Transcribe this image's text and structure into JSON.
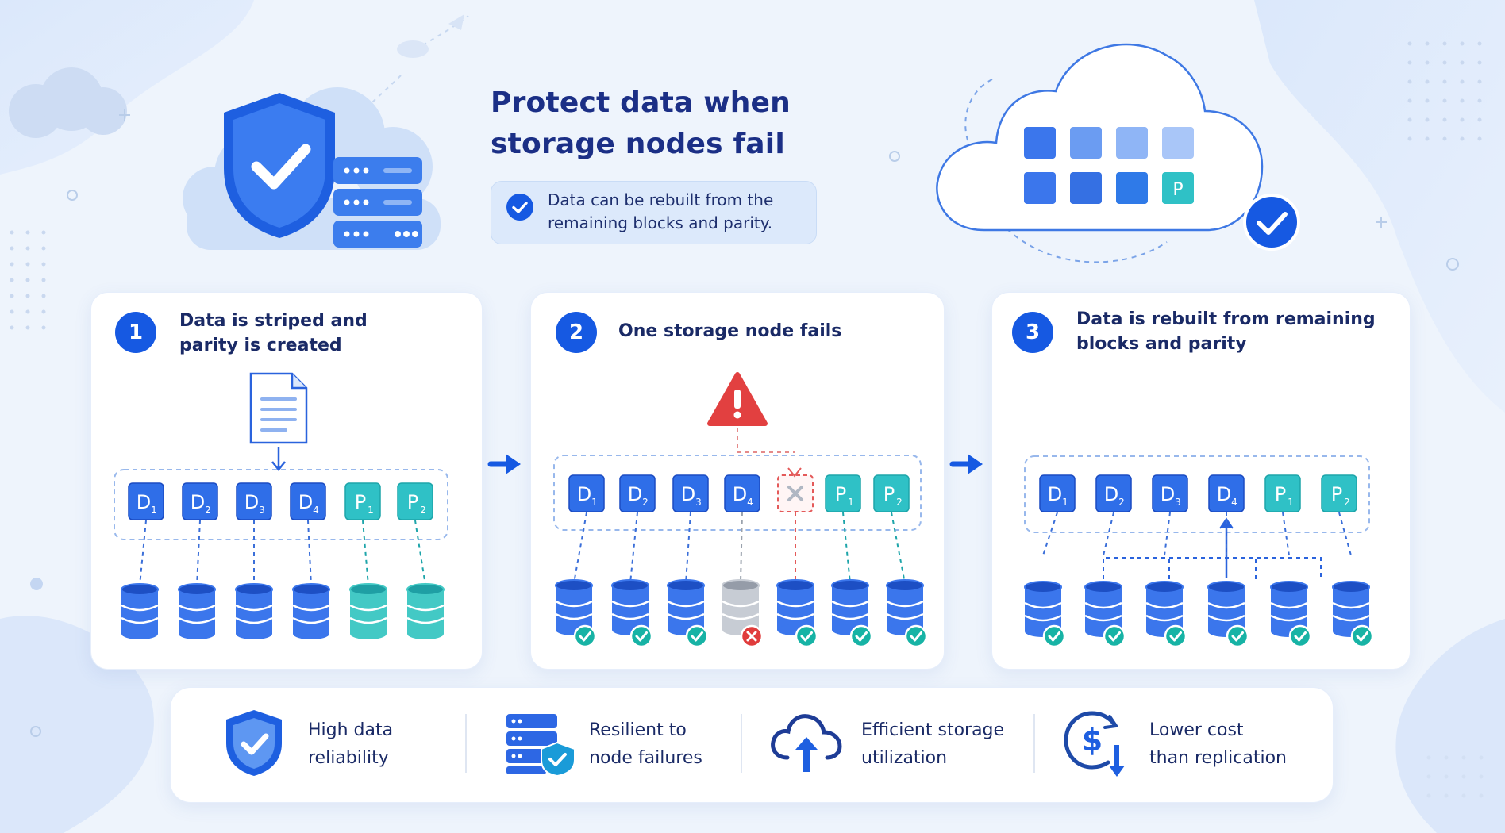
{
  "title": "Protect data when\nstorage nodes fail",
  "callout": "Data can be rebuilt from the\nremaining blocks and parity.",
  "cloud_parity_label": "P",
  "steps": [
    {
      "number": "1",
      "title": "Data is striped and\nparity is created"
    },
    {
      "number": "2",
      "title": "One storage node fails"
    },
    {
      "number": "3",
      "title": "Data is rebuilt from remaining\nblocks and parity"
    }
  ],
  "blocks": {
    "data": [
      {
        "letter": "D",
        "sub": "1"
      },
      {
        "letter": "D",
        "sub": "2"
      },
      {
        "letter": "D",
        "sub": "3"
      },
      {
        "letter": "D",
        "sub": "4"
      }
    ],
    "parity": [
      {
        "letter": "P",
        "sub": "1"
      },
      {
        "letter": "P",
        "sub": "2"
      }
    ]
  },
  "benefits": [
    {
      "label": "High data\nreliability",
      "icon": "shield-check-icon"
    },
    {
      "label": "Resilient to\nnode failures",
      "icon": "server-shield-icon"
    },
    {
      "label": "Efficient storage\nutilization",
      "icon": "cloud-upload-icon"
    },
    {
      "label": "Lower cost\nthan replication",
      "icon": "dollar-down-icon"
    }
  ],
  "colors": {
    "primary": "#1659e2",
    "block_blue": "#2f6ee8",
    "parity_teal": "#2fc1c6",
    "danger": "#e03c3c",
    "success": "#17b3a5",
    "title": "#1b2f86"
  }
}
